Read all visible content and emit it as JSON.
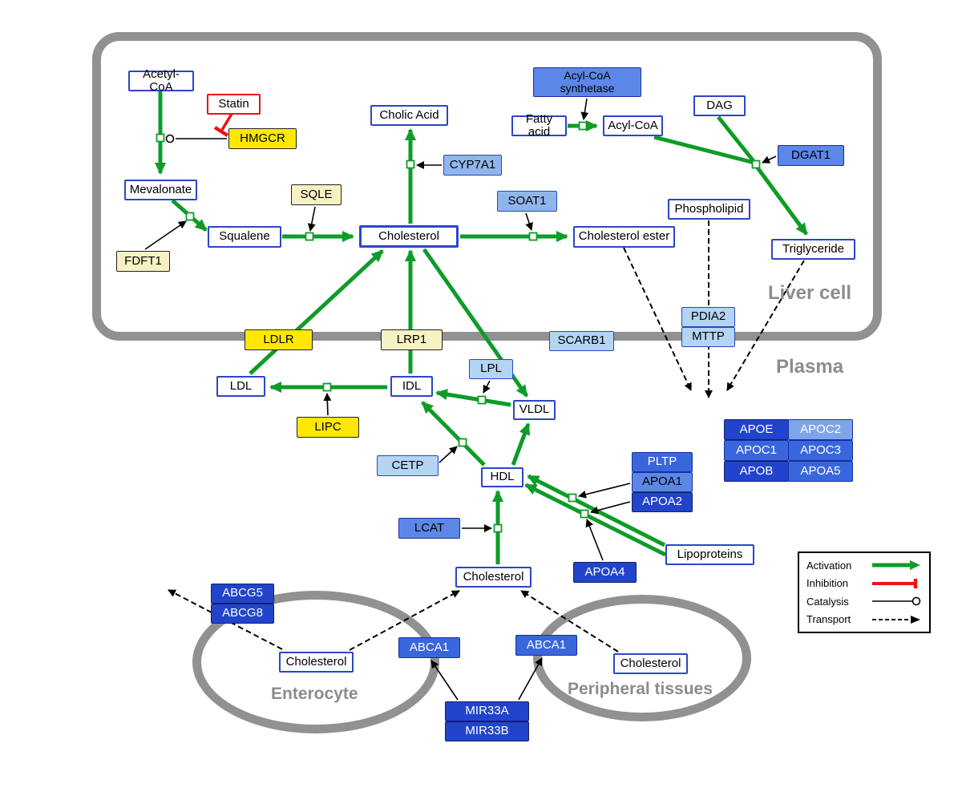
{
  "regions": {
    "liver": "Liver cell",
    "plasma": "Plasma",
    "enterocyte": "Enterocyte",
    "peripheral": "Peripheral tissues"
  },
  "nodes": {
    "acetyl_coa": "Acetyl-CoA",
    "statin": "Statin",
    "hmgcr": "HMGCR",
    "mevalonate": "Mevalonate",
    "sqle": "SQLE",
    "fdft1": "FDFT1",
    "squalene": "Squalene",
    "cholesterol_liver": "Cholesterol",
    "cholic_acid": "Cholic Acid",
    "cyp7a1": "CYP7A1",
    "soat1": "SOAT1",
    "cholesterol_ester": "Cholesterol ester",
    "acyl_coa_synthetase": "Acyl-CoA synthetase",
    "fatty_acid": "Fatty acid",
    "acyl_coa": "Acyl-CoA",
    "dag": "DAG",
    "dgat1": "DGAT1",
    "phospholipid": "Phospholipid",
    "triglyceride": "Triglyceride",
    "pdia2": "PDIA2",
    "mttp": "MTTP",
    "ldlr": "LDLR",
    "lrp1": "LRP1",
    "scarb1": "SCARB1",
    "ldl": "LDL",
    "idl": "IDL",
    "lpl": "LPL",
    "vldl": "VLDL",
    "lipc": "LIPC",
    "cetp": "CETP",
    "hdl": "HDL",
    "pltp": "PLTP",
    "apoa1": "APOA1",
    "apoa2": "APOA2",
    "apoe": "APOE",
    "apoc2": "APOC2",
    "apoc1": "APOC1",
    "apoc3": "APOC3",
    "apob": "APOB",
    "apoa5": "APOA5",
    "lcat": "LCAT",
    "apoa4": "APOA4",
    "lipoproteins": "Lipoproteins",
    "cholesterol_plasma": "Cholesterol",
    "abcg5": "ABCG5",
    "abcg8": "ABCG8",
    "cholesterol_enterocyte": "Cholesterol",
    "abca1_enterocyte": "ABCA1",
    "abca1_peripheral": "ABCA1",
    "cholesterol_peripheral": "Cholesterol",
    "mir33a": "MIR33A",
    "mir33b": "MIR33B"
  },
  "legend": {
    "activation": "Activation",
    "inhibition": "Inhibition",
    "catalysis": "Catalysis",
    "transport": "Transport"
  },
  "colors": {
    "activation_green": "#0e9c28",
    "inhibition_red": "#e81414",
    "membrane_gray": "#919191",
    "node_border_blue": "#2b46c8",
    "gene_yellow": "#ffe800",
    "pale_yellow": "#f7f2c4",
    "light_blue": "#b3d4f2",
    "medium_blue": "#5c87e6",
    "blue": "#3a66dd",
    "light_blue2": "#7fa4ea",
    "dark_blue": "#2244cc"
  }
}
